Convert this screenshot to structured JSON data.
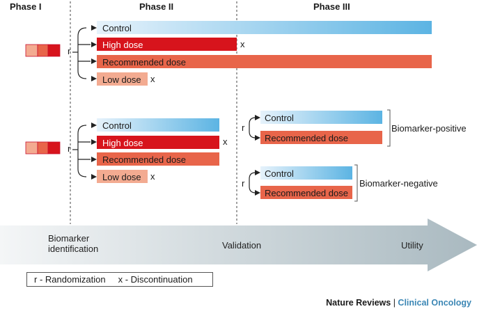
{
  "phases": {
    "p1": "Phase I",
    "p2": "Phase II",
    "p3": "Phase III"
  },
  "markers": {
    "randomization": "r",
    "discontinuation": "x"
  },
  "top_arm": {
    "control": "Control",
    "high_dose": "High dose",
    "recommended_dose": "Recommended dose",
    "low_dose": "Low dose"
  },
  "bottom_arm": {
    "control": "Control",
    "high_dose": "High dose",
    "recommended_dose": "Recommended dose",
    "low_dose": "Low dose"
  },
  "biomarker_positive": {
    "control": "Control",
    "recommended_dose": "Recommended dose",
    "label": "Biomarker-positive"
  },
  "biomarker_negative": {
    "control": "Control",
    "recommended_dose": "Recommended dose",
    "label": "Biomarker-negative"
  },
  "arrow": {
    "stage1_line1": "Biomarker",
    "stage1_line2": "identification",
    "stage2": "Validation",
    "stage3": "Utility"
  },
  "legend": {
    "randomization": "r - Randomization",
    "discontinuation": "x - Discontinuation"
  },
  "credit": {
    "journal": "Nature Reviews",
    "separator": "|",
    "section": "Clinical Oncology"
  },
  "colors": {
    "high_dose": "#d7141c",
    "recommended_dose": "#e8654a",
    "low_dose": "#f3ab91",
    "control_light": "#e6f2fb",
    "control_dark": "#5cb4e3",
    "arrow_light": "#f4f6f7",
    "arrow_dark": "#a9b9c0",
    "credit_accent": "#3c87b5"
  }
}
